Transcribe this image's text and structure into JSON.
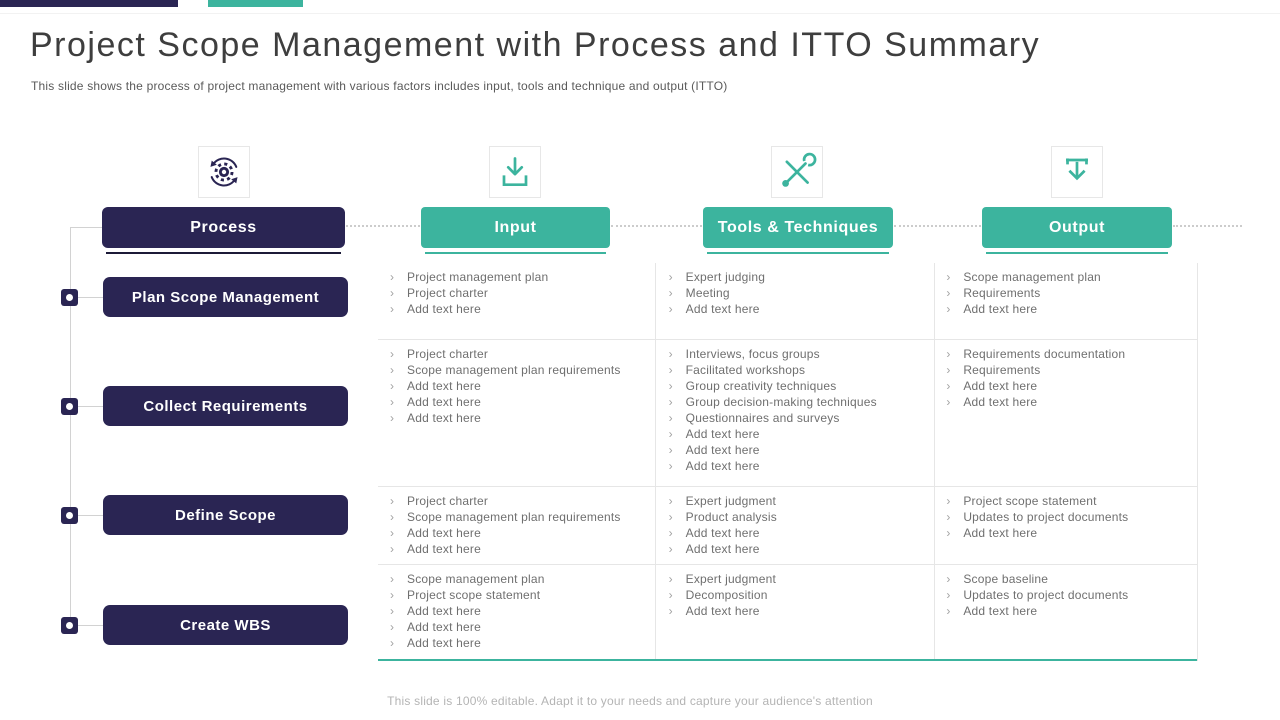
{
  "slide": {
    "title": "Project Scope Management with Process and ITTO Summary",
    "subtitle": "This slide shows the process of project management with various factors includes input, tools and technique and output (ITTO)",
    "footer": "This slide is 100% editable. Adapt it to your needs and capture your audience's attention"
  },
  "colors": {
    "navy": "#2a2553",
    "teal": "#3cb49e"
  },
  "bullet": "›",
  "headers": [
    {
      "label": "Process",
      "icon": "process-cycle-icon"
    },
    {
      "label": "Input",
      "icon": "input-download-icon"
    },
    {
      "label": "Tools & Techniques",
      "icon": "tools-wrench-screwdriver-icon"
    },
    {
      "label": "Output",
      "icon": "output-arrow-icon"
    }
  ],
  "rows": [
    {
      "process": "Plan Scope Management",
      "input": [
        "Project management plan",
        "Project charter",
        "Add text here"
      ],
      "tools": [
        "Expert judging",
        "Meeting",
        "Add text here"
      ],
      "output": [
        "Scope management plan",
        "Requirements",
        "Add text here"
      ]
    },
    {
      "process": "Collect Requirements",
      "input": [
        "Project charter",
        "Scope management plan requirements",
        "Add text here",
        "Add text here",
        "Add text here"
      ],
      "tools": [
        "Interviews, focus groups",
        "Facilitated workshops",
        "Group creativity techniques",
        "Group decision-making techniques",
        "Questionnaires and surveys",
        "Add text here",
        "Add text here",
        "Add text here"
      ],
      "output": [
        "Requirements documentation",
        "Requirements",
        "Add text here",
        "Add text here"
      ]
    },
    {
      "process": "Define Scope",
      "input": [
        "Project charter",
        "Scope management plan requirements",
        "Add text here",
        "Add text here"
      ],
      "tools": [
        "Expert judgment",
        "Product analysis",
        "Add text here",
        "Add text here"
      ],
      "output": [
        "Project scope statement",
        "Updates to project documents",
        "Add text here"
      ]
    },
    {
      "process": "Create WBS",
      "input": [
        "Scope management plan",
        "Project scope statement",
        "Add text here",
        "Add text here",
        "Add text here"
      ],
      "tools": [
        "Expert judgment",
        "Decomposition",
        "Add text here"
      ],
      "output": [
        "Scope baseline",
        "Updates to project documents",
        "Add text here"
      ]
    }
  ]
}
